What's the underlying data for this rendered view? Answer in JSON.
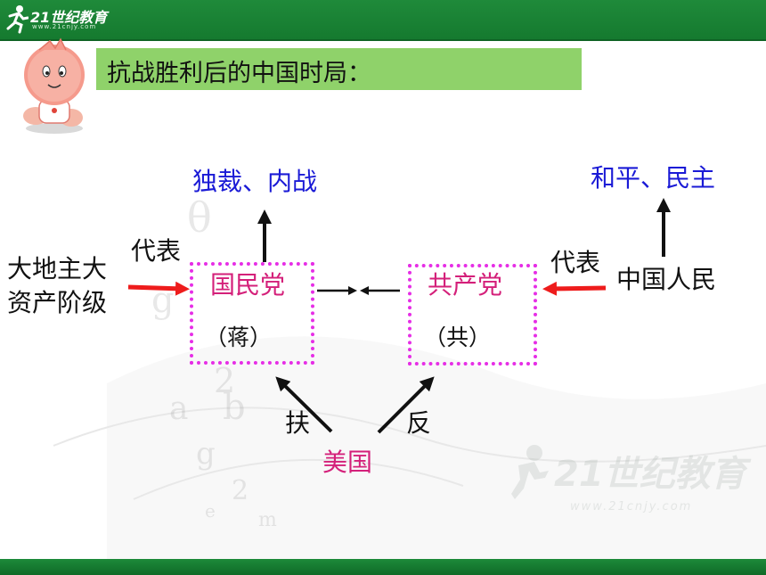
{
  "header": {
    "logo_text": "21世纪教育",
    "logo_sub": "www.21cnjy.com",
    "accent_color": "#1f8a3a"
  },
  "title": {
    "text": "抗战胜利后的中国时局：",
    "background": "#8fd26a"
  },
  "watermark": {
    "text": "21世纪教育",
    "url": "www.21cnjy.com"
  },
  "diagram": {
    "nodes": {
      "kmt": {
        "name": "国民党",
        "sub": "（蒋）"
      },
      "cpc": {
        "name": "共产党",
        "sub": "（共）"
      }
    },
    "labels": {
      "kmt_goal": "独裁、内战",
      "cpc_goal": "和平、民主",
      "landlord_line1": "大地主大",
      "landlord_line2": "资产阶级",
      "left_represent": "代表",
      "people": "中国人民",
      "right_represent": "代表",
      "usa": "美国",
      "support": "扶",
      "oppose": "反"
    },
    "colors": {
      "node_border": "#e62ee6",
      "goal_text": "#1a1ad6",
      "red_arrow": "#ee1c1c",
      "node_text": "#d4207a"
    }
  }
}
